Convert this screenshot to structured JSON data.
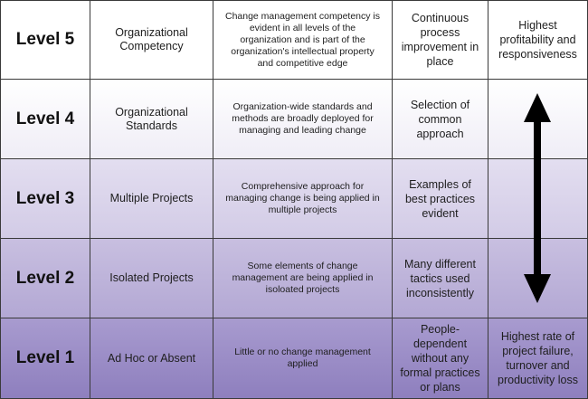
{
  "rows": [
    {
      "level": "Level 5",
      "name": "Organizational Competency",
      "description": "Change management competency is evident in all levels of the organization and is part of the organization's intellectual property and competitive edge",
      "impact": "Continuous process improvement in place",
      "outcome": "Highest profitability and responsiveness"
    },
    {
      "level": "Level 4",
      "name": "Organizational Standards",
      "description": "Organization-wide standards and methods are broadly deployed for managing and leading change",
      "impact": "Selection of common approach",
      "outcome": ""
    },
    {
      "level": "Level 3",
      "name": "Multiple Projects",
      "description": "Comprehensive approach for managing change is being applied in multiple projects",
      "impact": "Examples of best practices evident",
      "outcome": ""
    },
    {
      "level": "Level 2",
      "name": "Isolated Projects",
      "description": "Some elements of change management are being applied in isoloated projects",
      "impact": "Many different tactics used inconsistently",
      "outcome": ""
    },
    {
      "level": "Level 1",
      "name": "Ad Hoc or Absent",
      "description": "Little or no change management applied",
      "impact": "People-dependent without any formal practices or plans",
      "outcome": "Highest rate of project failure, turnover and productivity loss"
    }
  ],
  "colors": {
    "grid_line": "#3a3a3a",
    "arrow": "#000000",
    "row_level1": "#8e7fbe",
    "row_level5": "#ffffff"
  },
  "icons": {
    "arrow": "double-headed-vertical-arrow"
  }
}
